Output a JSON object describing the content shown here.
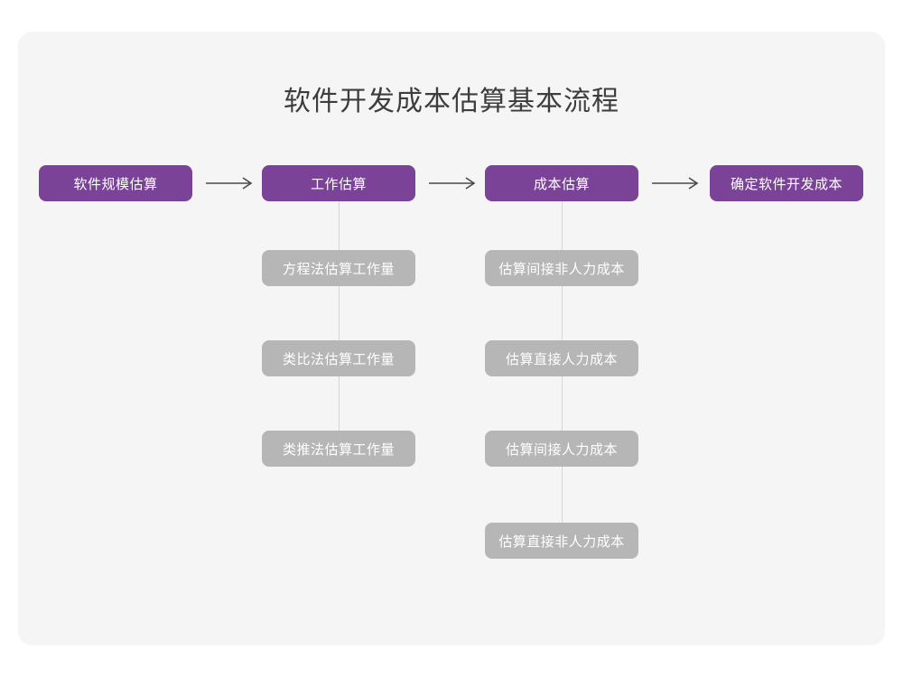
{
  "diagram": {
    "title": "软件开发成本估算基本流程",
    "type": "flowchart",
    "colors": {
      "background": "#ffffff",
      "card": "#f5f5f5",
      "primary_node": "#7b4397",
      "secondary_node": "#b6b6b6",
      "connector": "#d6d6d6",
      "arrow": "#4a4a4a",
      "title_text": "#3d3d3d",
      "node_text": "#ffffff"
    },
    "main_steps": [
      {
        "id": "step1",
        "label": "软件规模估算"
      },
      {
        "id": "step2",
        "label": "工作估算"
      },
      {
        "id": "step3",
        "label": "成本估算"
      },
      {
        "id": "step4",
        "label": "确定软件开发成本"
      }
    ],
    "arrows": [
      {
        "id": "arrow1",
        "glyph": "long-rightwards-arrow",
        "from": "step1",
        "to": "step2"
      },
      {
        "id": "arrow2",
        "glyph": "long-rightwards-arrow",
        "from": "step2",
        "to": "step3"
      },
      {
        "id": "arrow3",
        "glyph": "long-rightwards-arrow",
        "from": "step3",
        "to": "step4"
      }
    ],
    "branches": [
      {
        "parent": "step2",
        "parent_label": "工作估算",
        "children": [
          {
            "id": "step2-sub1",
            "label": "方程法估算工作量"
          },
          {
            "id": "step2-sub2",
            "label": "类比法估算工作量"
          },
          {
            "id": "step2-sub3",
            "label": "类推法估算工作量"
          }
        ]
      },
      {
        "parent": "step3",
        "parent_label": "成本估算",
        "children": [
          {
            "id": "step3-sub1",
            "label": "估算间接非人力成本"
          },
          {
            "id": "step3-sub2",
            "label": "估算直接人力成本"
          },
          {
            "id": "step3-sub3",
            "label": "估算间接人力成本"
          },
          {
            "id": "step3-sub4",
            "label": "估算直接非人力成本"
          }
        ]
      }
    ]
  }
}
